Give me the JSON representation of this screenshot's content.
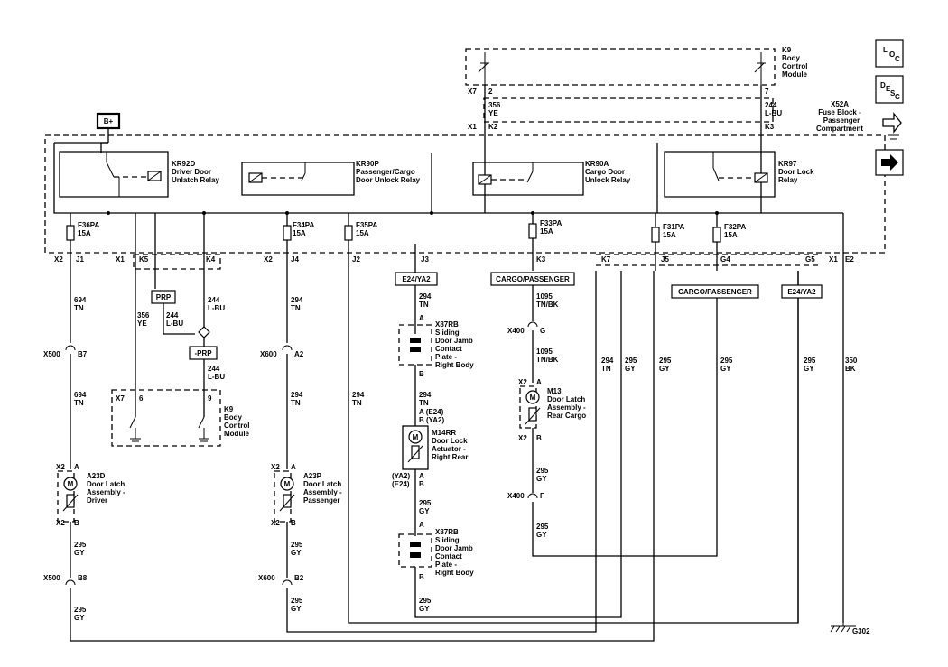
{
  "bcm_top": {
    "id": "K9",
    "line1": "Body",
    "line2": "Control",
    "line3": "Module"
  },
  "bcm_mid": {
    "id": "K9",
    "line1": "Body",
    "line2": "Control",
    "line3": "Module"
  },
  "conn": {
    "x7": "X7",
    "x1": "X1",
    "x2": "X2",
    "x1e": "X1"
  },
  "pins": {
    "p2": "2",
    "p7": "7",
    "k2": "K2",
    "k3": "K3",
    "j1": "J1",
    "k5": "K5",
    "k4": "K4",
    "j4": "J4",
    "j2": "J2",
    "j3": "J3",
    "k3b": "K3",
    "k7": "K7",
    "j5": "J5",
    "g4": "G4",
    "g5": "G5",
    "e2": "E2",
    "p6": "6",
    "p9": "9"
  },
  "wires_top": {
    "w356": "356",
    "ye": "YE",
    "w244": "244",
    "lbu": "L-BU"
  },
  "fuse_block": {
    "id": "X52A",
    "line1": "Fuse Block -",
    "line2": "Passenger",
    "line3": "Compartment"
  },
  "bplus": "B+",
  "relays": {
    "kr92d": {
      "id": "KR92D",
      "l1": "Driver Door",
      "l2": "Unlatch Relay"
    },
    "kr90p": {
      "id": "KR90P",
      "l1": "Passenger/Cargo",
      "l2": "Door Unlock Relay"
    },
    "kr90a": {
      "id": "KR90A",
      "l1": "Cargo Door",
      "l2": "Unlock Relay"
    },
    "kr97": {
      "id": "KR97",
      "l1": "Door Lock",
      "l2": "Relay"
    }
  },
  "fuses": {
    "f36": {
      "id": "F36PA",
      "amp": "15A"
    },
    "f34": {
      "id": "F34PA",
      "amp": "15A"
    },
    "f35": {
      "id": "F35PA",
      "amp": "15A"
    },
    "f33": {
      "id": "F33PA",
      "amp": "15A"
    },
    "f31": {
      "id": "F31PA",
      "amp": "15A"
    },
    "f32": {
      "id": "F32PA",
      "amp": "15A"
    }
  },
  "options": {
    "e24ya2_a": "E24/YA2",
    "cargo_a": "CARGO/PASSENGER",
    "cargo_b": "CARGO/PASSENGER",
    "e24ya2_b": "E24/YA2",
    "prp": "PRP",
    "nprp": "-PRP"
  },
  "wires": {
    "w694a": "694",
    "tna": "TN",
    "w694b": "694",
    "tnb": "TN",
    "w356b": "356",
    "yeb": "YE",
    "w244b": "244",
    "lbub": "L-BU",
    "w244c": "244",
    "lbuc": "L-BU",
    "w244d": "244",
    "lbud": "L-BU",
    "w294a": "294",
    "tnc": "TN",
    "w294b": "294",
    "tnd": "TN",
    "w294c": "294",
    "tne": "TN",
    "w294d": "294",
    "tnf": "TN",
    "w294e": "294",
    "tng": "TN",
    "w1095a": "1095",
    "tnbka": "TN/BK",
    "w1095b": "1095",
    "tnbkb": "TN/BK",
    "w294f": "294",
    "tnh": "TN",
    "w295a": "295",
    "gya": "GY",
    "w295b": "295",
    "gyb": "GY",
    "w295c": "295",
    "gyc": "GY",
    "w295d": "295",
    "gyd": "GY",
    "w350": "350",
    "bk": "BK",
    "w295e": "295",
    "gye": "GY",
    "w295f": "295",
    "gyf": "GY",
    "w295g": "295",
    "gyg": "GY",
    "w295h": "295",
    "gyh": "GY",
    "w295i": "295",
    "gyi": "GY",
    "w295j": "295",
    "gyj": "GY",
    "w295k": "295",
    "gyk": "GY"
  },
  "inline": {
    "x500a": "X500",
    "b7": "B7",
    "x600a": "X600",
    "a2": "A2",
    "x400a": "X400",
    "g": "G",
    "x400b": "X400",
    "f": "F",
    "x500b": "X500",
    "b8": "B8",
    "x600b": "X600",
    "b2": "B2"
  },
  "contact_plate_1": {
    "id": "X87RB",
    "l1": "Sliding",
    "l2": "Door Jamb",
    "l3": "Contact",
    "l4": "Plate -",
    "l5": "Right Body",
    "pa": "A",
    "pb": "B"
  },
  "contact_plate_2": {
    "id": "X87RB",
    "l1": "Sliding",
    "l2": "Door Jamb",
    "l3": "Contact",
    "l4": "Plate -",
    "l5": "Right Body",
    "pa": "A",
    "pb": "B"
  },
  "m13": {
    "conn": "X2",
    "pa": "A",
    "id": "M13",
    "l1": "Door Latch",
    "l2": "Assembly -",
    "l3": "Rear Cargo",
    "conn2": "X2",
    "pb": "B"
  },
  "m14rr": {
    "pa": "A (E24)",
    "pb": "B (YA2)",
    "id": "M14RR",
    "l1": "Door Lock",
    "l2": "Actuator -",
    "l3": "Right Rear",
    "qa": "(YA2)",
    "qb": "(E24)",
    "ra": "A",
    "rb": "B"
  },
  "a23d": {
    "conn": "X2",
    "pa": "A",
    "id": "A23D",
    "l1": "Door Latch",
    "l2": "Assembly -",
    "l3": "Driver",
    "conn2": "X2",
    "pb": "B"
  },
  "a23p": {
    "conn": "X2",
    "pa": "A",
    "id": "A23P",
    "l1": "Door Latch",
    "l2": "Assembly -",
    "l3": "Passenger",
    "conn2": "X2",
    "pb": "B"
  },
  "ground": "G302",
  "nav": {
    "loc": [
      "L",
      "O",
      "C"
    ],
    "desc": [
      "D",
      "E",
      "S",
      "C"
    ]
  }
}
